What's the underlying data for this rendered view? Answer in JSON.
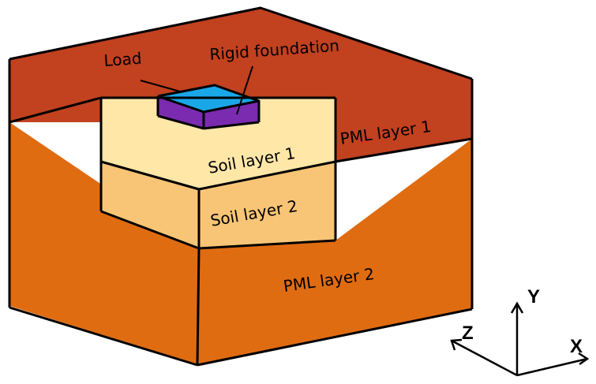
{
  "labels": {
    "load": "Load",
    "rigid_foundation": "Rigid foundation",
    "pml_layer_1": "PML layer 1",
    "pml_layer_2": "PML layer 2",
    "soil_layer_1": "Soil layer 1",
    "soil_layer_2": "Soil layer 2"
  },
  "axes": {
    "x": "X",
    "y": "Y",
    "z": "Z"
  },
  "colors": {
    "pml_layer_1": "#c2411f",
    "pml_layer_2": "#e06c12",
    "soil_layer_1": "#ffe7a8",
    "soil_layer_2": "#f8c576",
    "foundation_side": "#7a2bb0",
    "foundation_top": "#1aa7e8",
    "outline": "#000000"
  }
}
